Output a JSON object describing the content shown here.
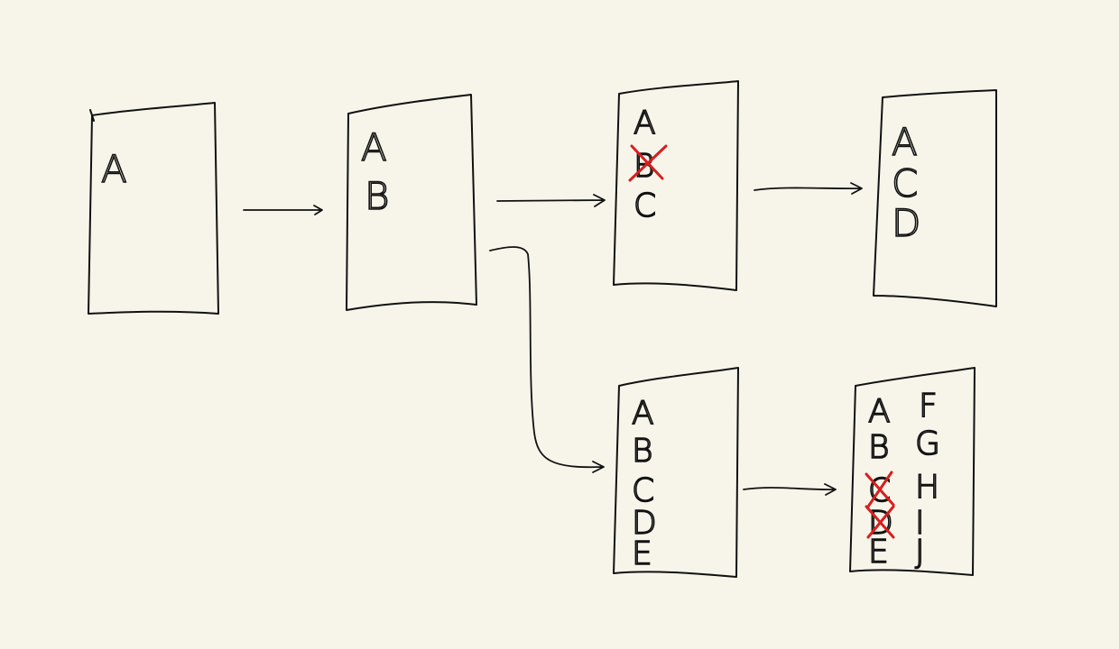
{
  "diagram": {
    "boxes": [
      {
        "id": "box-1",
        "letters": [
          "A"
        ]
      },
      {
        "id": "box-2",
        "letters": [
          "A",
          "B"
        ]
      },
      {
        "id": "box-3",
        "letters": [
          "A",
          "B",
          "C"
        ],
        "crossed": [
          "B"
        ]
      },
      {
        "id": "box-4",
        "letters": [
          "A",
          "C",
          "D"
        ]
      },
      {
        "id": "box-5",
        "letters": [
          "A",
          "B",
          "C",
          "D",
          "E"
        ]
      },
      {
        "id": "box-6",
        "letters": [
          "A",
          "B",
          "C",
          "D",
          "E"
        ],
        "letters2": [
          "F",
          "G",
          "H",
          "I",
          "J"
        ],
        "crossed": [
          "C",
          "D"
        ]
      }
    ],
    "edges": [
      {
        "from": "box-1",
        "to": "box-2"
      },
      {
        "from": "box-2",
        "to": "box-3"
      },
      {
        "from": "box-3",
        "to": "box-4"
      },
      {
        "from": "box-2",
        "to": "box-5"
      },
      {
        "from": "box-5",
        "to": "box-6"
      }
    ],
    "colors": {
      "background": "#f7f5ea",
      "ink": "#111111",
      "cross": "#d81e1e"
    }
  }
}
